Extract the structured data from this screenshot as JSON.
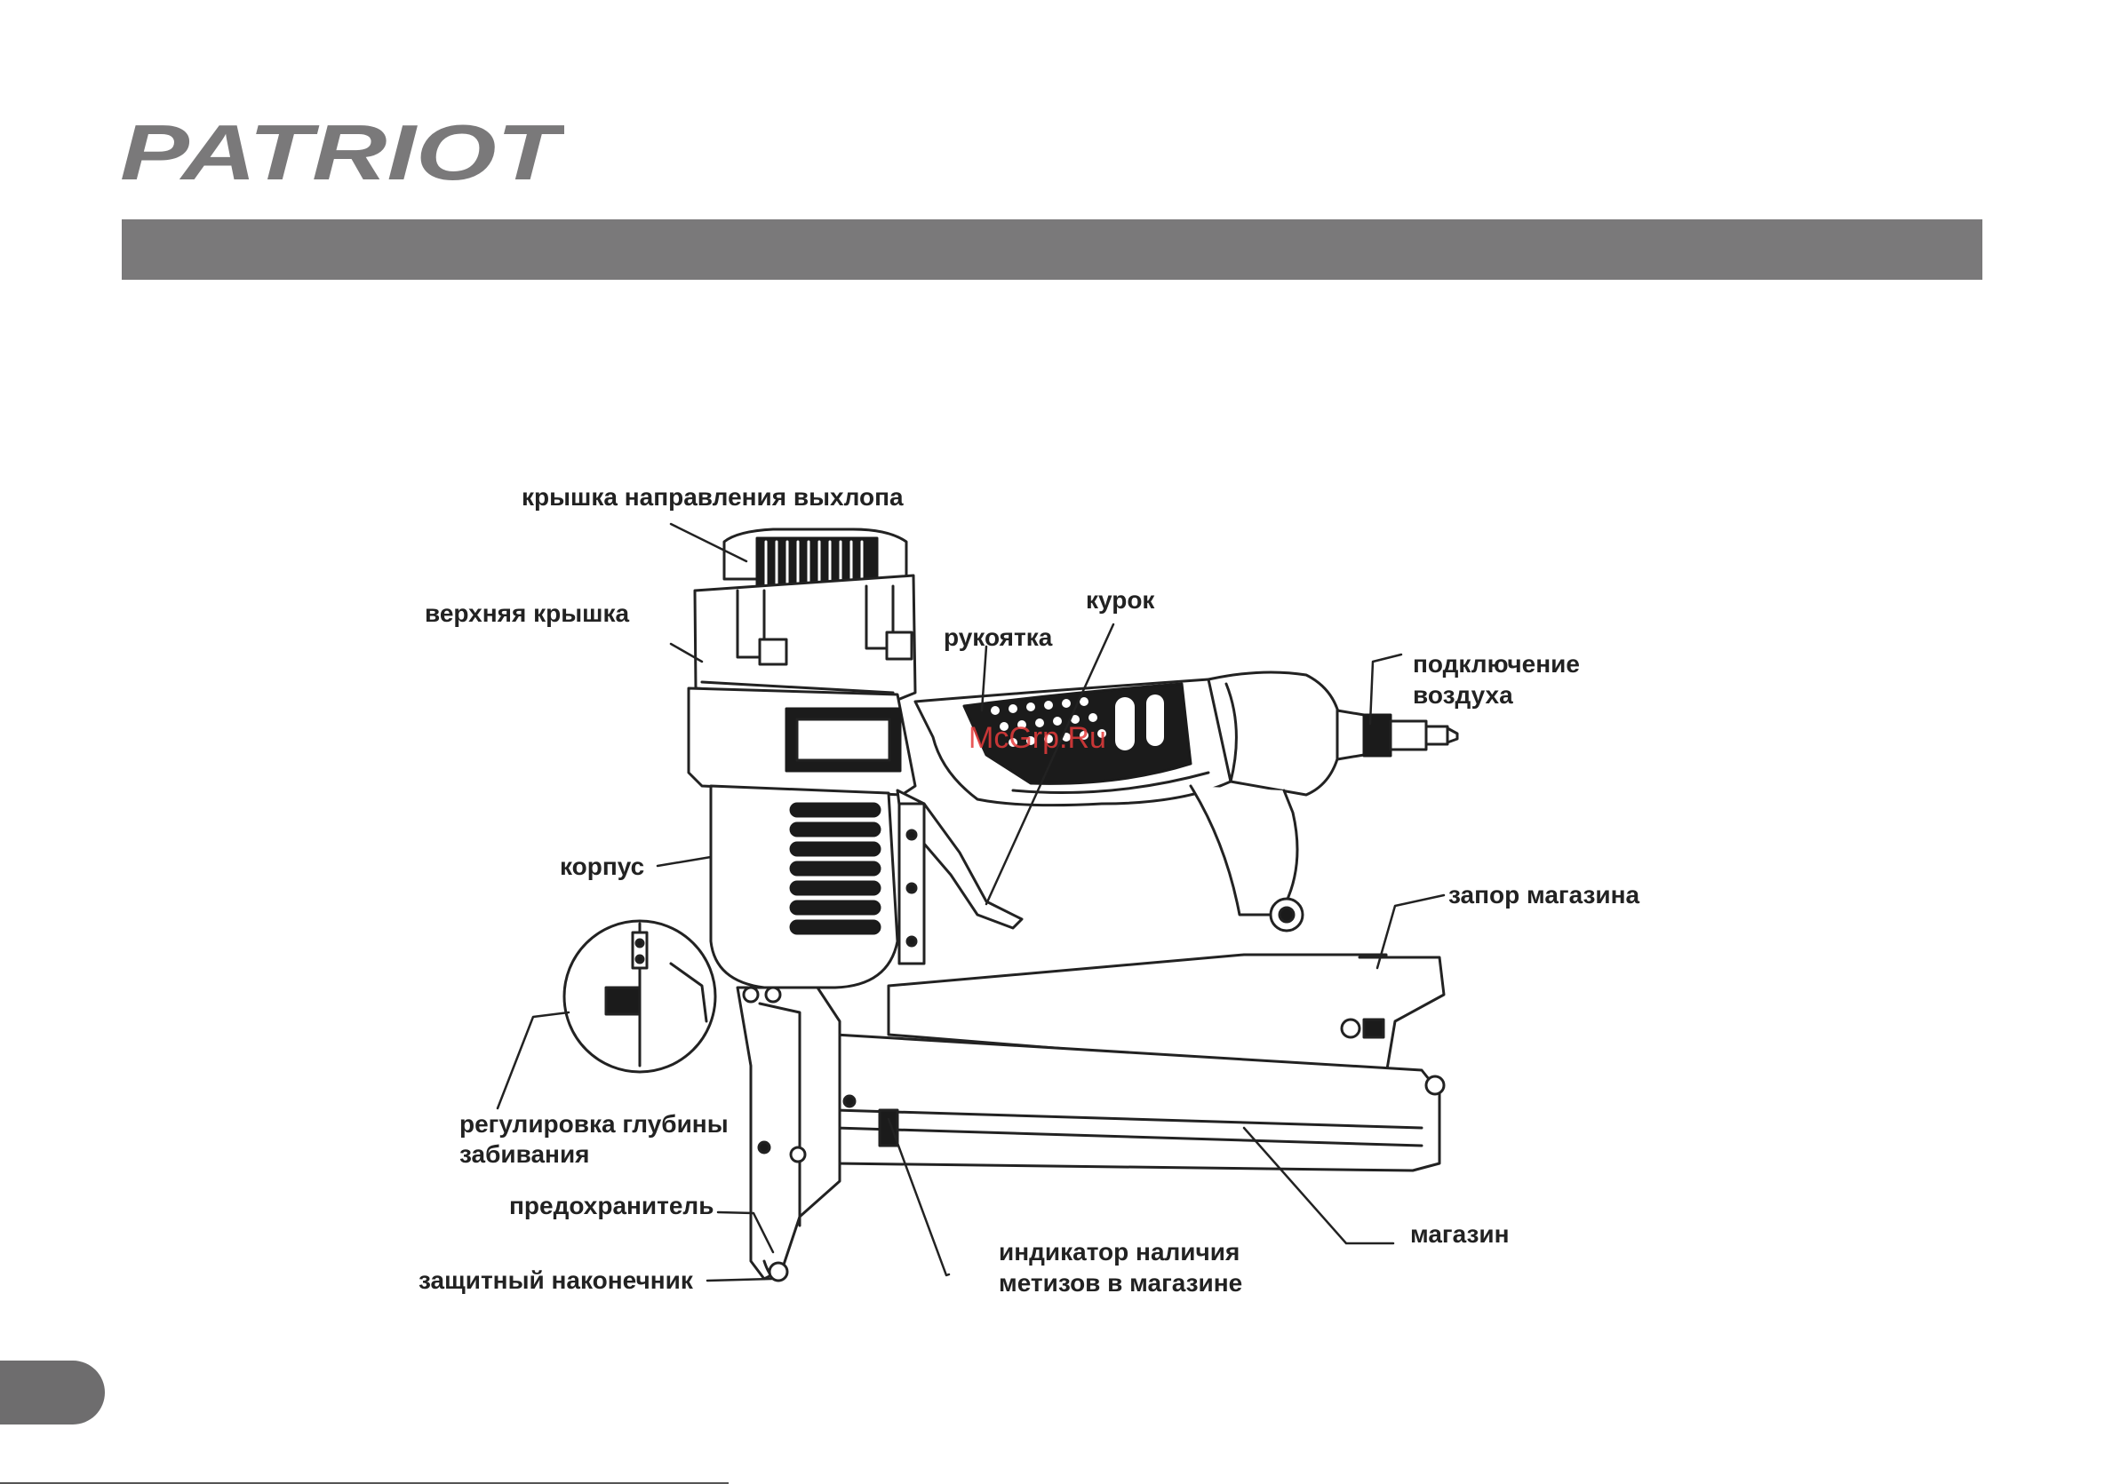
{
  "brand": {
    "logo_text": "PATRIOT",
    "color": "#7a797a"
  },
  "header_bar": {
    "color": "#7a797a"
  },
  "labels": {
    "exhaust_cap": "крышка направления выхлопа",
    "top_cover": "верхняя крышка",
    "handle": "рукоятка",
    "trigger": "курок",
    "air_connection_line1": "подключение",
    "air_connection_line2": "воздуха",
    "body": "корпус",
    "magazine_latch": "запор магазина",
    "depth_adjust_line1": "регулировка глубины",
    "depth_adjust_line2": "забивания",
    "safety": "предохранитель",
    "protective_tip": "защитный наконечник",
    "fastener_indicator_line1": "индикатор наличия",
    "fastener_indicator_line2": "метизов в магазине",
    "magazine": "магазин"
  },
  "watermark": "McGrp.Ru"
}
